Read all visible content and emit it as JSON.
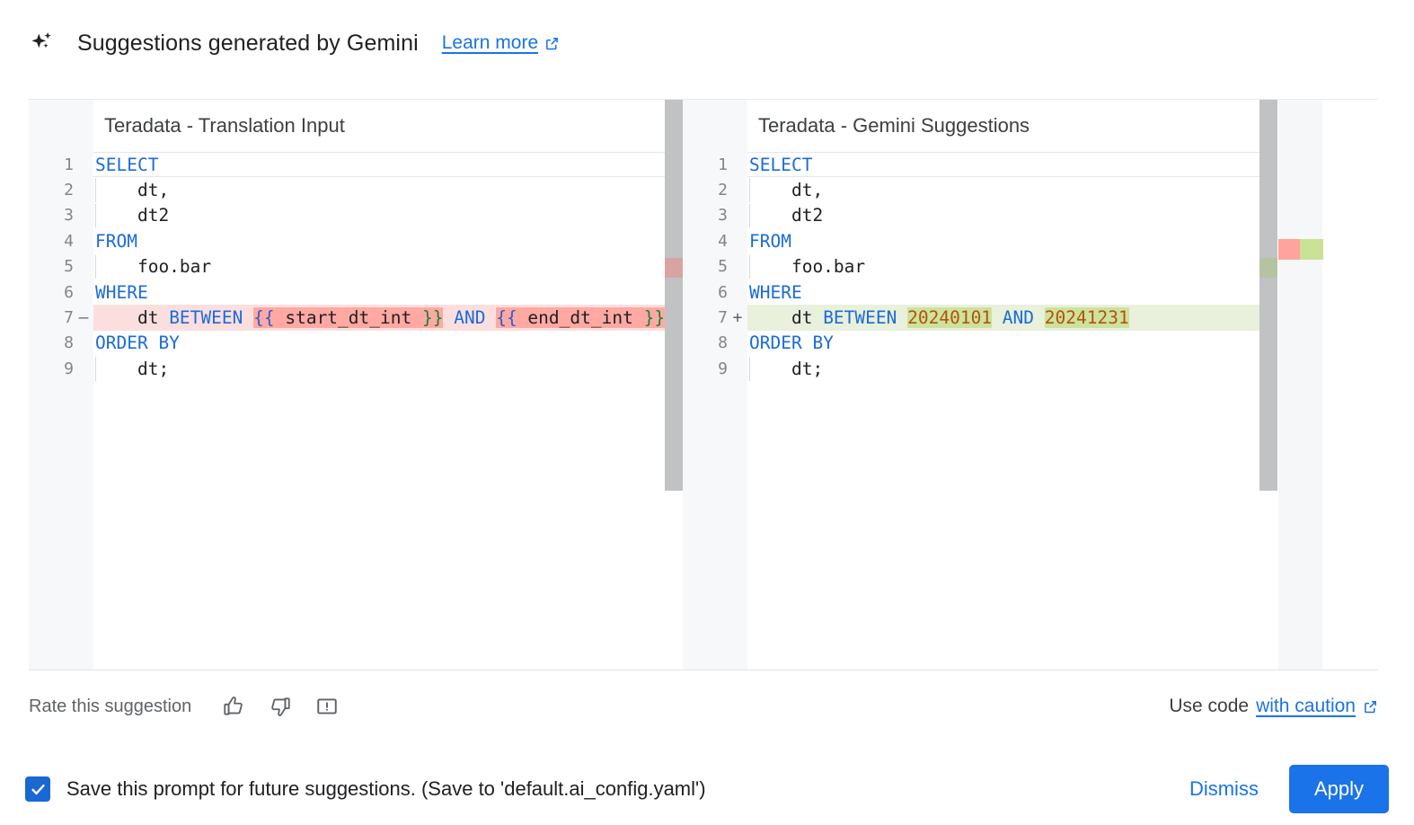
{
  "header": {
    "icon": "sparkle-icon",
    "title": "Suggestions generated by Gemini",
    "learn_more_label": "Learn more",
    "learn_more_icon": "external-link-icon"
  },
  "diff": {
    "left_pane": {
      "title": "Teradata - Translation Input",
      "lines": [
        {
          "n": "1",
          "mark": "",
          "state": "current",
          "indent": false,
          "tokens": [
            {
              "t": "SELECT",
              "c": "kw"
            }
          ]
        },
        {
          "n": "2",
          "mark": "",
          "state": "",
          "indent": true,
          "tokens": [
            {
              "t": "    dt,",
              "c": "plain"
            }
          ]
        },
        {
          "n": "3",
          "mark": "",
          "state": "",
          "indent": true,
          "tokens": [
            {
              "t": "    dt2",
              "c": "plain"
            }
          ]
        },
        {
          "n": "4",
          "mark": "",
          "state": "",
          "indent": false,
          "tokens": [
            {
              "t": "FROM",
              "c": "kw"
            }
          ]
        },
        {
          "n": "5",
          "mark": "",
          "state": "",
          "indent": true,
          "tokens": [
            {
              "t": "    foo.bar",
              "c": "plain"
            }
          ]
        },
        {
          "n": "6",
          "mark": "",
          "state": "",
          "indent": false,
          "tokens": [
            {
              "t": "WHERE",
              "c": "kw"
            }
          ]
        },
        {
          "n": "7",
          "mark": "–",
          "state": "del",
          "indent": false,
          "tokens": [
            {
              "t": "    dt ",
              "c": "plain"
            },
            {
              "t": "BETWEEN",
              "c": "kw"
            },
            {
              "t": " ",
              "c": "plain"
            },
            {
              "t": "{{",
              "c": "br1",
              "hl": "del"
            },
            {
              "t": " start_dt_int ",
              "c": "plain",
              "hl": "del"
            },
            {
              "t": "}}",
              "c": "br2",
              "hl": "del"
            },
            {
              "t": " ",
              "c": "plain"
            },
            {
              "t": "AND",
              "c": "kw"
            },
            {
              "t": " ",
              "c": "plain"
            },
            {
              "t": "{{",
              "c": "br1",
              "hl": "del"
            },
            {
              "t": " end_dt_int ",
              "c": "plain",
              "hl": "del"
            },
            {
              "t": "}}",
              "c": "br2",
              "hl": "del"
            }
          ]
        },
        {
          "n": "8",
          "mark": "",
          "state": "",
          "indent": false,
          "tokens": [
            {
              "t": "ORDER BY",
              "c": "kw"
            }
          ]
        },
        {
          "n": "9",
          "mark": "",
          "state": "",
          "indent": true,
          "tokens": [
            {
              "t": "    dt;",
              "c": "plain"
            }
          ]
        }
      ]
    },
    "right_pane": {
      "title": "Teradata - Gemini Suggestions",
      "lines": [
        {
          "n": "1",
          "mark": "",
          "state": "current",
          "indent": false,
          "tokens": [
            {
              "t": "SELECT",
              "c": "kw"
            }
          ]
        },
        {
          "n": "2",
          "mark": "",
          "state": "",
          "indent": true,
          "tokens": [
            {
              "t": "    dt,",
              "c": "plain"
            }
          ]
        },
        {
          "n": "3",
          "mark": "",
          "state": "",
          "indent": true,
          "tokens": [
            {
              "t": "    dt2",
              "c": "plain"
            }
          ]
        },
        {
          "n": "4",
          "mark": "",
          "state": "",
          "indent": false,
          "tokens": [
            {
              "t": "FROM",
              "c": "kw"
            }
          ]
        },
        {
          "n": "5",
          "mark": "",
          "state": "",
          "indent": true,
          "tokens": [
            {
              "t": "    foo.bar",
              "c": "plain"
            }
          ]
        },
        {
          "n": "6",
          "mark": "",
          "state": "",
          "indent": false,
          "tokens": [
            {
              "t": "WHERE",
              "c": "kw"
            }
          ]
        },
        {
          "n": "7",
          "mark": "+",
          "state": "add",
          "indent": false,
          "tokens": [
            {
              "t": "    dt ",
              "c": "plain"
            },
            {
              "t": "BETWEEN",
              "c": "kw"
            },
            {
              "t": " ",
              "c": "plain"
            },
            {
              "t": "20240101",
              "c": "num",
              "hl": "add"
            },
            {
              "t": " ",
              "c": "plain"
            },
            {
              "t": "AND",
              "c": "kw"
            },
            {
              "t": " ",
              "c": "plain"
            },
            {
              "t": "20241231",
              "c": "num",
              "hl": "add"
            }
          ]
        },
        {
          "n": "8",
          "mark": "",
          "state": "",
          "indent": false,
          "tokens": [
            {
              "t": "ORDER BY",
              "c": "kw"
            }
          ]
        },
        {
          "n": "9",
          "mark": "",
          "state": "",
          "indent": true,
          "tokens": [
            {
              "t": "    dt;",
              "c": "plain"
            }
          ]
        }
      ]
    },
    "overview_ruler": {
      "removed_marker_color": "#ffa39c",
      "added_marker_color": "#c9e295"
    }
  },
  "rate_bar": {
    "label": "Rate this suggestion",
    "icons": [
      "thumb-up-icon",
      "thumb-down-icon",
      "report-icon"
    ],
    "use_code_prefix": "Use code",
    "use_code_link": "with caution",
    "use_code_link_icon": "external-link-icon"
  },
  "footer": {
    "save_checked": true,
    "save_label": "Save this prompt for future suggestions. (Save to 'default.ai_config.yaml')",
    "dismiss_label": "Dismiss",
    "apply_label": "Apply"
  },
  "colors": {
    "accent": "#1a73e8",
    "keyword": "#1a6bdb",
    "number": "#b45309",
    "diff_removed_line": "#fbdfdf",
    "diff_removed_chunk": "#ffa9a2",
    "diff_added_line": "#e9f0dc",
    "diff_added_chunk": "#cde29e"
  }
}
